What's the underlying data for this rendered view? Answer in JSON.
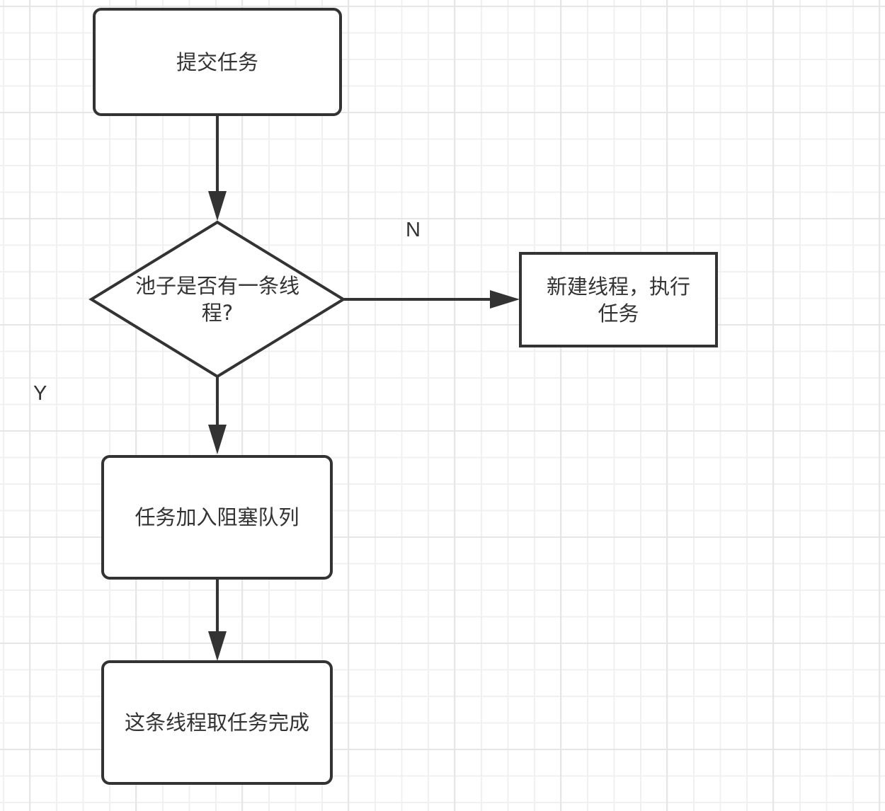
{
  "diagram": {
    "type": "flowchart",
    "nodes": [
      {
        "id": "submit",
        "shape": "rounded-rect",
        "label": "提交任务"
      },
      {
        "id": "decision",
        "shape": "diamond",
        "label": "池子是否有一条线程?"
      },
      {
        "id": "new_thread",
        "shape": "rect",
        "label": "新建线程，执行任务"
      },
      {
        "id": "enqueue",
        "shape": "rounded-rect",
        "label": "任务加入阻塞队列"
      },
      {
        "id": "complete",
        "shape": "rounded-rect",
        "label": "这条线程取任务完成"
      }
    ],
    "edges": [
      {
        "from": "submit",
        "to": "decision",
        "label": ""
      },
      {
        "from": "decision",
        "to": "new_thread",
        "label": "N"
      },
      {
        "from": "decision",
        "to": "enqueue",
        "label": "Y"
      },
      {
        "from": "enqueue",
        "to": "complete",
        "label": ""
      }
    ],
    "colors": {
      "stroke": "#333333",
      "fill": "#ffffff",
      "text": "#333333",
      "grid": "#e6e6e6"
    }
  }
}
